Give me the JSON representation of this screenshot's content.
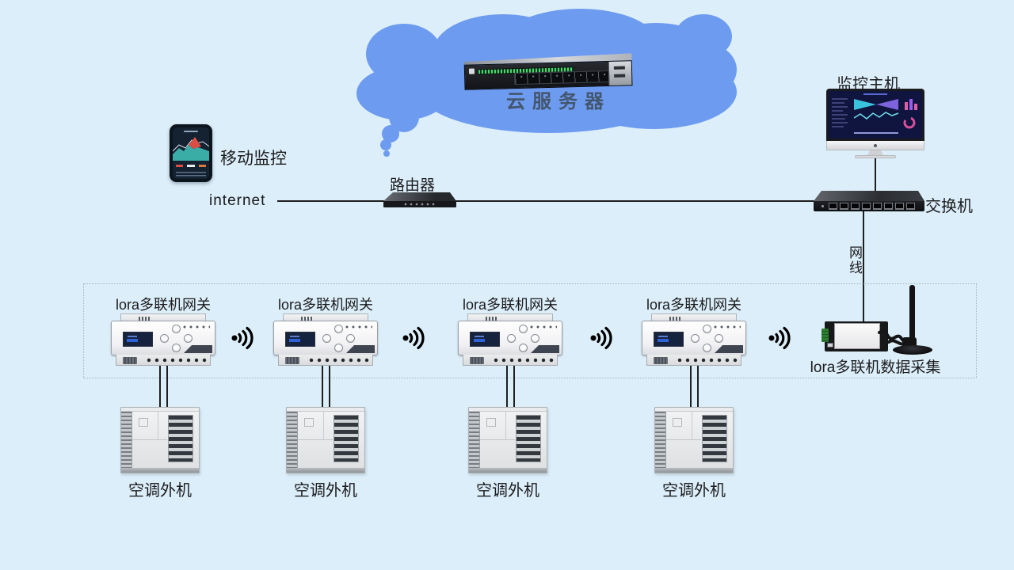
{
  "colors": {
    "background": "#dceef9",
    "cloud": "#6d9bf0",
    "line": "#1f1f1f",
    "label_text": "#1c1c1e",
    "cloud_label_text": "#44566e"
  },
  "cloud": {
    "server_label": "云服务器"
  },
  "mobile": {
    "label": "移动监控"
  },
  "internet_label": "internet",
  "router": {
    "label": "路由器"
  },
  "monitor": {
    "label": "监控主机"
  },
  "network_switch": {
    "label": "交换机"
  },
  "cable": {
    "label": "网线"
  },
  "collector": {
    "label": "lora多联机数据采集"
  },
  "gateways": [
    {
      "label": "lora多联机网关"
    },
    {
      "label": "lora多联机网关"
    },
    {
      "label": "lora多联机网关"
    },
    {
      "label": "lora多联机网关"
    }
  ],
  "ac_units": [
    {
      "label": "空调外机"
    },
    {
      "label": "空调外机"
    },
    {
      "label": "空调外机"
    },
    {
      "label": "空调外机"
    }
  ]
}
